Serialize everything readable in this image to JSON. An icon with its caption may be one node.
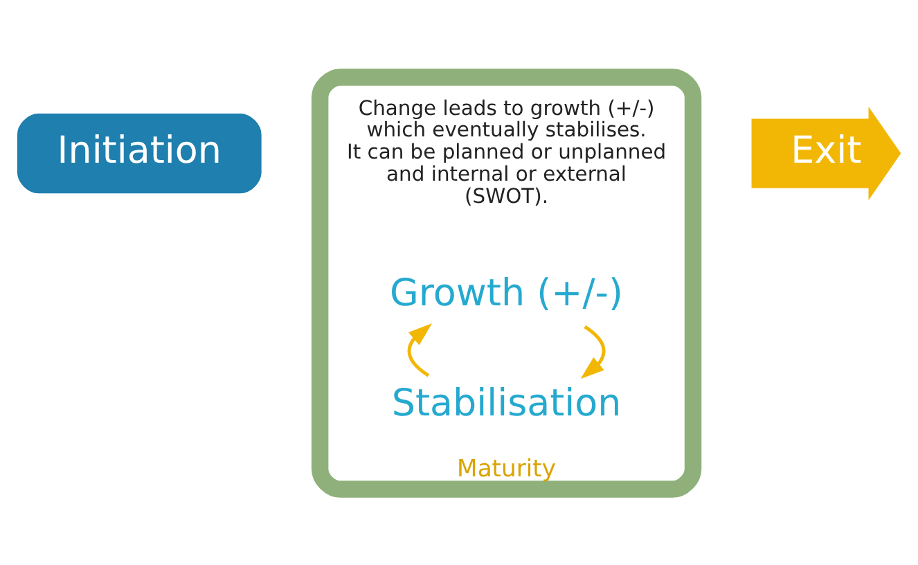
{
  "diagram": {
    "nodes": [
      {
        "text": [
          "Initiation"
        ]
      },
      {
        "text": [
          "Maturity"
        ]
      },
      {
        "text": [
          "Growth (+/-)"
        ],
        "in": 1
      },
      {
        "text": [
          "Change leads to growth (+/-) which eventually stabilises. It can be planned or unplanned and internal or external (SWOT)."
        ],
        "in": 1
      },
      {
        "text": [
          "Stabilisation"
        ],
        "in": 1
      },
      {
        "text": [
          "Exit"
        ]
      }
    ],
    "edges": [
      {
        "from": 2,
        "to": 4,
        "arrow": "to",
        "color": "#f2b705"
      },
      {
        "from": 4,
        "to": 2,
        "arrow": "to",
        "color": "#f2b705"
      }
    ]
  }
}
